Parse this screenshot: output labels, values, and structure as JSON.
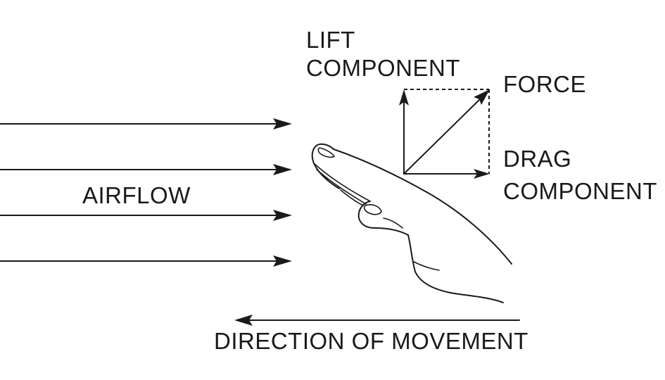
{
  "labels": {
    "lift_line1": "LIFT",
    "lift_line2": "COMPONENT",
    "force": "FORCE",
    "drag_line1": "DRAG",
    "drag_line2": "COMPONENT",
    "airflow": "AIRFLOW",
    "direction": "DIRECTION OF MOVEMENT"
  },
  "colors": {
    "ink": "#1a1a1a",
    "background": "#ffffff"
  }
}
